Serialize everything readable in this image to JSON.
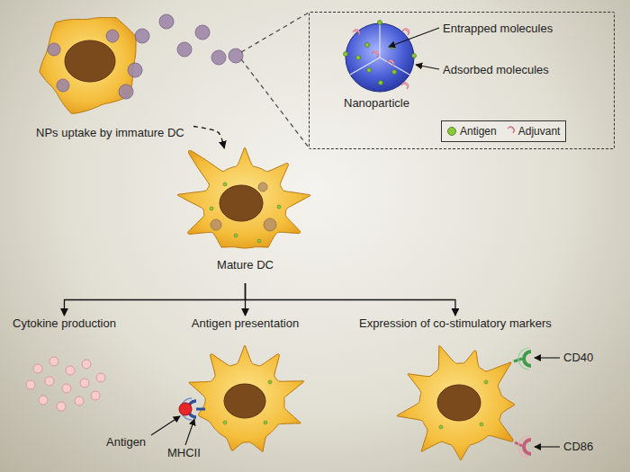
{
  "diagram": {
    "nodes": [
      {
        "text": [
          "NPs uptake by immature DC"
        ]
      },
      {
        "text": [
          "Entrapped molecules",
          "Adsorbed molecules",
          "Nanoparticle"
        ]
      },
      {
        "text": [
          "Mature DC"
        ]
      },
      {
        "text": [
          "Cytokine production"
        ]
      },
      {
        "text": [
          "Antigen presentation"
        ]
      },
      {
        "text": [
          "Expression of co-stimulatory markers"
        ]
      }
    ],
    "edges": [
      {
        "from": 0,
        "to": 2,
        "arrow": "to"
      },
      {
        "from": 2,
        "to": 3,
        "arrow": "to"
      },
      {
        "from": 2,
        "to": 4,
        "arrow": "to"
      },
      {
        "from": 2,
        "to": 5,
        "arrow": "to"
      }
    ],
    "labels": [
      "Antigen",
      "MHCII",
      "CD40",
      "CD86"
    ],
    "legend": [
      {
        "text": "Antigen",
        "color": "#8cc63f"
      },
      {
        "text": "Adjuvant"
      }
    ]
  }
}
